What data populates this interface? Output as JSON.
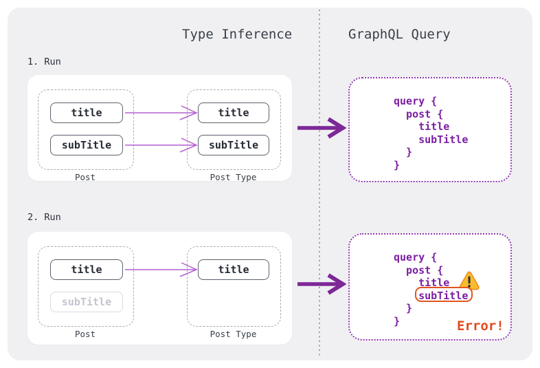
{
  "headers": {
    "left": "Type Inference",
    "right": "GraphQL Query"
  },
  "sections": [
    {
      "run_label": "1. Run",
      "post_group": {
        "label": "Post",
        "fields": [
          "title",
          "subTitle"
        ]
      },
      "post_type_group": {
        "label": "Post Type",
        "fields": [
          "title",
          "subTitle"
        ]
      },
      "query_code": "query {\n  post {\n    title\n    subTitle\n  }\n}"
    },
    {
      "run_label": "2. Run",
      "post_group": {
        "label": "Post",
        "fields": [
          "title",
          "subTitle"
        ],
        "faded_field": "subTitle"
      },
      "post_type_group": {
        "label": "Post Type",
        "fields": [
          "title"
        ]
      },
      "query_code": "query {\n  post {\n    title\n    subTitle\n  }\n}",
      "error": {
        "highlighted_token": "subTitle",
        "label": "Error!"
      }
    }
  ],
  "colors": {
    "thick_arrow_purple": "#7d2897",
    "thin_arrow_purple": "#b55fd0",
    "code_purple": "#7b1fa2",
    "query_border_purple": "#9036b0",
    "error_orange": "#e2491b",
    "highlight_outline_orange": "#e0541f",
    "warning_fill_yellow": "#f8bd2f",
    "warning_stroke_orange": "#ef8b1f",
    "panel_gray": "#f0f0f2"
  }
}
